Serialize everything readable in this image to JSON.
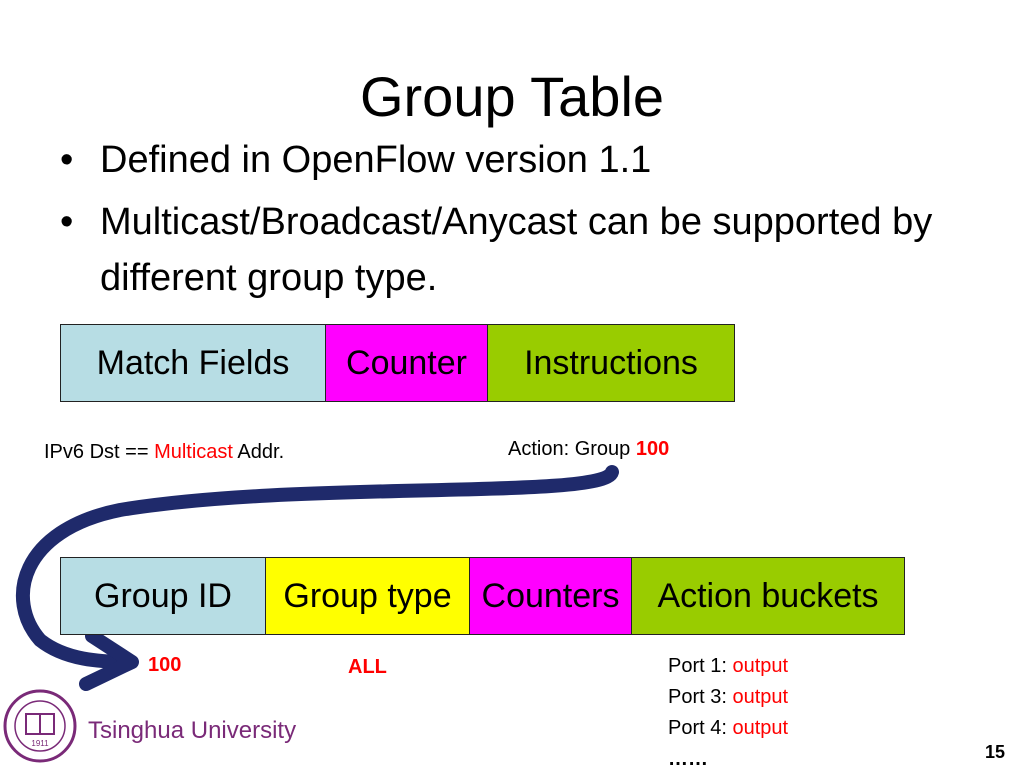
{
  "slide": {
    "title": "Group Table",
    "bullets": [
      "Defined in OpenFlow version 1.1",
      "Multicast/Broadcast/Anycast can be supported by different group type."
    ],
    "page_number": "15"
  },
  "flow_entry": {
    "fields": [
      "Match Fields",
      "Counter",
      "Instructions"
    ],
    "match_annotation": {
      "prefix": "IPv6 Dst == ",
      "highlight": "Multicast",
      "suffix": " Addr."
    },
    "action_annotation": {
      "prefix": "Action: Group ",
      "highlight": "100"
    }
  },
  "group_entry": {
    "fields": [
      "Group ID",
      "Group type",
      "Counters",
      "Action buckets"
    ],
    "group_id_value": "100",
    "group_type_value": "ALL",
    "ports": [
      {
        "label": "Port 1: ",
        "action": "output"
      },
      {
        "label": "Port 3: ",
        "action": "output"
      },
      {
        "label": "Port 4: ",
        "action": "output"
      }
    ],
    "ellipsis": "……"
  },
  "logo": {
    "text": "Tsinghua University",
    "seal_text": "1911"
  },
  "colors": {
    "match_fields": "#b7dde4",
    "counter": "#ff00ff",
    "instructions": "#99cc00",
    "group_type": "#ffff00",
    "highlight_red": "#ff0000",
    "arrow": "#1f2a6b",
    "logo_purple": "#7a2a78"
  }
}
